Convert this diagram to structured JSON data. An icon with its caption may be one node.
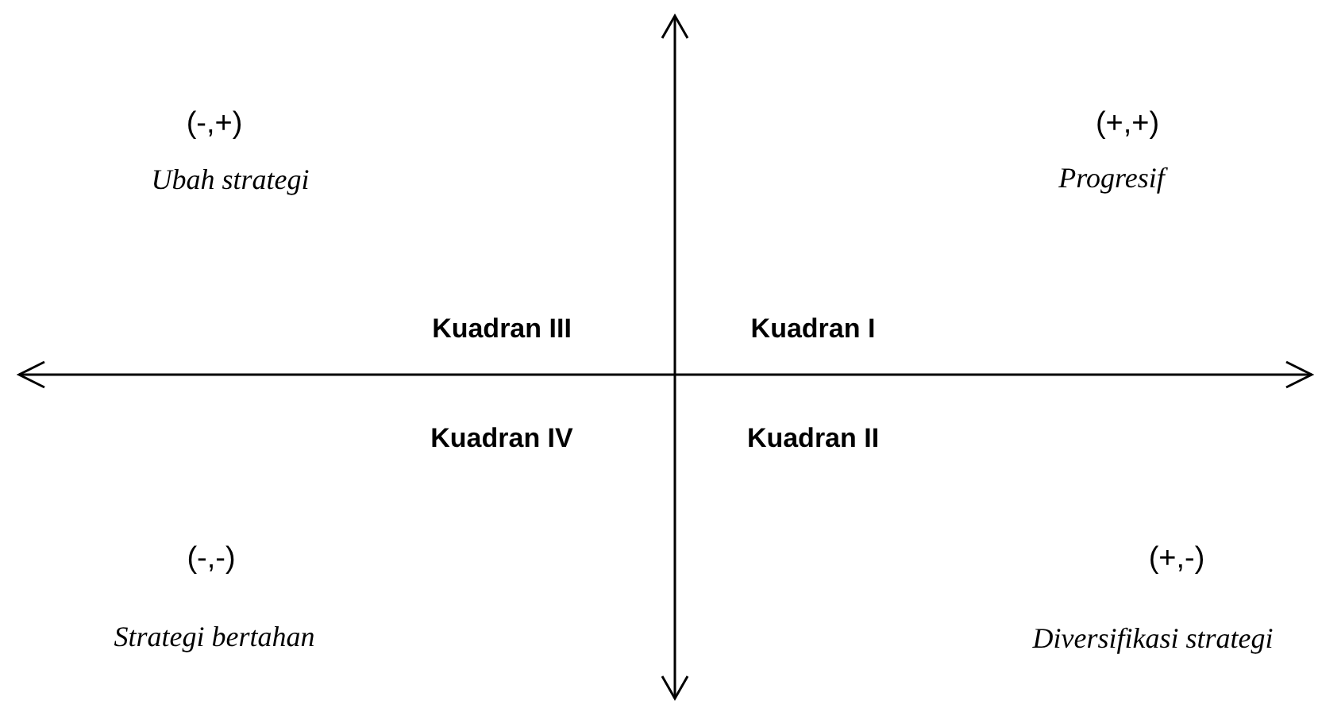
{
  "diagram": {
    "labels": [
      "(-,+)",
      "(+,+)",
      "Ubah strategi",
      "Progresif",
      "Kuadran III",
      "Kuadran I",
      "Kuadran IV",
      "Kuadran II",
      "(-,-)",
      "(+,-)",
      "Strategi bertahan",
      "Diversifikasi strategi"
    ]
  }
}
